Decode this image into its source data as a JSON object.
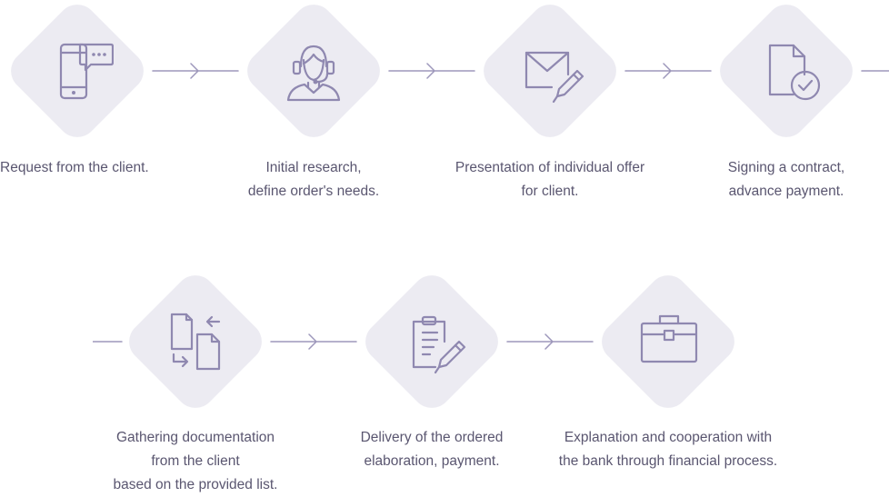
{
  "steps": [
    {
      "id": "request",
      "icon": "phone-chat-icon",
      "lines": [
        "Request from the client."
      ]
    },
    {
      "id": "research",
      "icon": "support-agent-icon",
      "lines": [
        "Initial research,",
        "define order's needs."
      ]
    },
    {
      "id": "offer",
      "icon": "envelope-pen-icon",
      "lines": [
        "Presentation of individual offer",
        "for client."
      ]
    },
    {
      "id": "contract",
      "icon": "document-check-icon",
      "lines": [
        "Signing a contract,",
        "advance payment."
      ]
    },
    {
      "id": "documentation",
      "icon": "document-exchange-icon",
      "lines": [
        "Gathering documentation",
        "from the client",
        "based on the provided list."
      ]
    },
    {
      "id": "delivery",
      "icon": "clipboard-pen-icon",
      "lines": [
        "Delivery of the ordered",
        "elaboration, payment."
      ]
    },
    {
      "id": "bank",
      "icon": "briefcase-icon",
      "lines": [
        "Explanation and cooperation with",
        "the bank through financial process."
      ]
    }
  ],
  "colors": {
    "diamond": "#ecebf2",
    "icon": "#8f88b0",
    "text": "#5a5670",
    "line": "#9d97bb"
  }
}
